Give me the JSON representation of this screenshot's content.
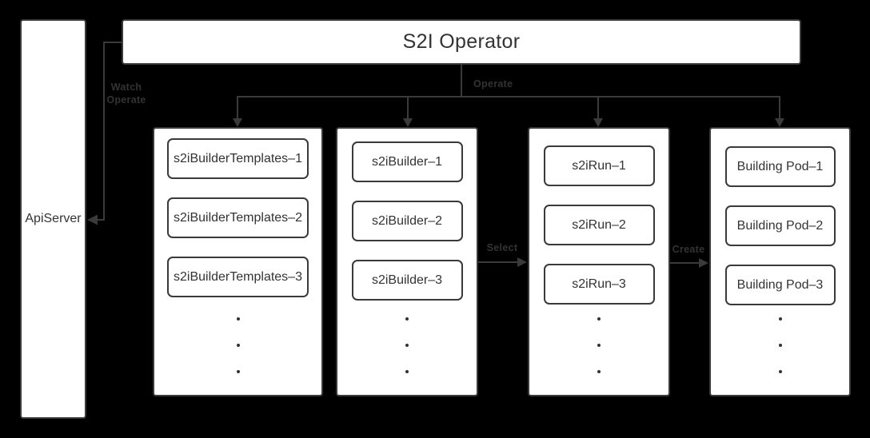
{
  "api_server": {
    "label": "ApiServer"
  },
  "operator": {
    "label": "S2I Operator"
  },
  "edges": {
    "watch_operate": "Watch Operate",
    "operate": "Operate",
    "select": "Select",
    "create": "Create"
  },
  "columns": [
    {
      "items": [
        "s2iBuilderTemplates–1",
        "s2iBuilderTemplates–2",
        "s2iBuilderTemplates–3"
      ]
    },
    {
      "items": [
        "s2iBuilder–1",
        "s2iBuilder–2",
        "s2iBuilder–3"
      ]
    },
    {
      "items": [
        "s2iRun–1",
        "s2iRun–2",
        "s2iRun–3"
      ]
    },
    {
      "items": [
        "Building Pod–1",
        "Building Pod–2",
        "Building Pod–3"
      ]
    }
  ],
  "colors": {
    "background": "#000000",
    "box_fill": "#ffffff",
    "stroke": "#3a3a3a",
    "text": "#333333"
  }
}
